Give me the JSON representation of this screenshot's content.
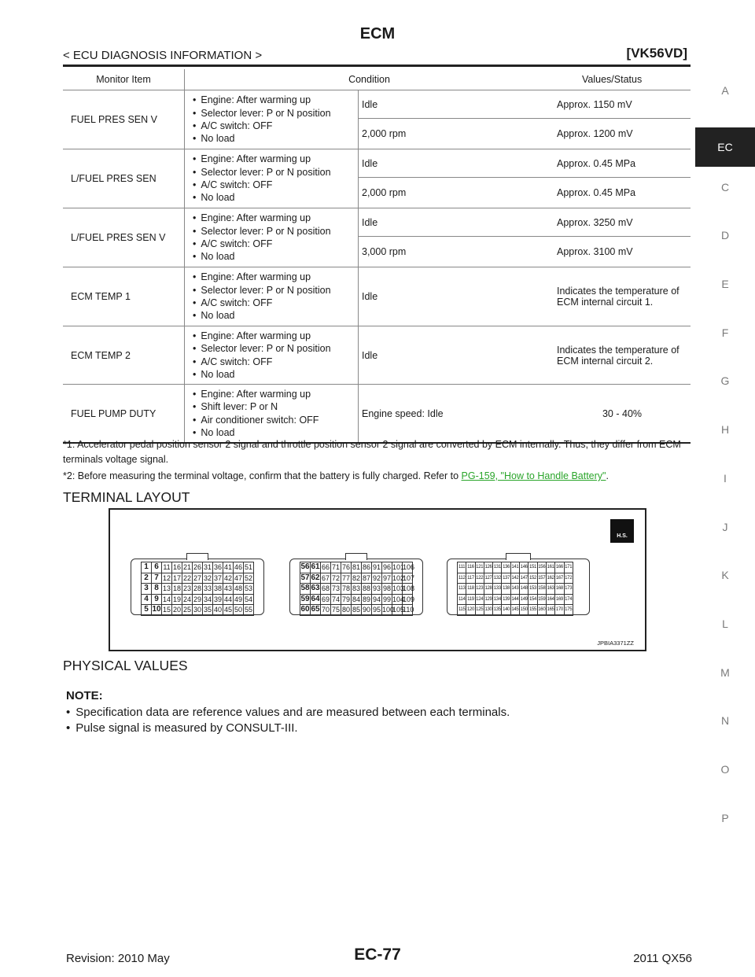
{
  "header": {
    "title": "ECM",
    "breadcrumb": "< ECU DIAGNOSIS INFORMATION >",
    "engine": "[VK56VD]"
  },
  "sidebar": {
    "letters": [
      "A",
      "EC",
      "C",
      "D",
      "E",
      "F",
      "G",
      "H",
      "I",
      "J",
      "K",
      "L",
      "M",
      "N",
      "O",
      "P"
    ],
    "active": "EC"
  },
  "table": {
    "headers": {
      "item": "Monitor Item",
      "condition": "Condition",
      "value": "Values/Status"
    },
    "rows": [
      {
        "item": "FUEL PRES SEN V",
        "conditions": [
          "Engine: After warming up",
          "Selector lever: P or N position",
          "A/C switch: OFF",
          "No load"
        ],
        "subs": [
          {
            "cond": "Idle",
            "value": "Approx. 1150 mV"
          },
          {
            "cond": "2,000 rpm",
            "value": "Approx. 1200 mV"
          }
        ]
      },
      {
        "item": "L/FUEL PRES SEN",
        "conditions": [
          "Engine: After warming up",
          "Selector lever: P or N position",
          "A/C switch: OFF",
          "No load"
        ],
        "subs": [
          {
            "cond": "Idle",
            "value": "Approx. 0.45 MPa"
          },
          {
            "cond": "2,000 rpm",
            "value": "Approx. 0.45 MPa"
          }
        ]
      },
      {
        "item": "L/FUEL PRES SEN V",
        "conditions": [
          "Engine: After warming up",
          "Selector lever: P or N position",
          "A/C switch: OFF",
          "No load"
        ],
        "subs": [
          {
            "cond": "Idle",
            "value": "Approx. 3250 mV"
          },
          {
            "cond": "3,000 rpm",
            "value": "Approx. 3100 mV"
          }
        ]
      },
      {
        "item": "ECM TEMP 1",
        "conditions": [
          "Engine: After warming up",
          "Selector lever: P or N position",
          "A/C switch: OFF",
          "No load"
        ],
        "subs": [
          {
            "cond": "Idle",
            "value": "Indicates the temperature of ECM internal circuit 1."
          }
        ]
      },
      {
        "item": "ECM TEMP 2",
        "conditions": [
          "Engine: After warming up",
          "Selector lever: P or N position",
          "A/C switch: OFF",
          "No load"
        ],
        "subs": [
          {
            "cond": "Idle",
            "value": "Indicates the temperature of ECM internal circuit 2."
          }
        ]
      },
      {
        "item": "FUEL PUMP DUTY",
        "conditions": [
          "Engine: After warming up",
          "Shift lever: P or N",
          "Air conditioner switch: OFF",
          "No load"
        ],
        "subs": [
          {
            "cond": "Engine speed: Idle",
            "value": "30 - 40%"
          }
        ]
      }
    ]
  },
  "footnotes": {
    "note1": "*1: Accelerator pedal position sensor 2 signal and throttle position sensor 2 signal are converted by ECM internally. Thus, they differ from ECM terminals voltage signal.",
    "note2_prefix": "*2: Before measuring the terminal voltage, confirm that the battery is fully charged. Refer to ",
    "note2_link": "PG-159, \"How to Handle Battery\"",
    "note2_suffix": "."
  },
  "sections": {
    "terminal_layout": "TERMINAL LAYOUT",
    "physical_values": "PHYSICAL VALUES"
  },
  "figure": {
    "icon_label": "H.S.",
    "code": "JPBIA3371ZZ",
    "connector1": [
      [
        "1",
        "6",
        "11",
        "16",
        "21",
        "26",
        "31",
        "36",
        "41",
        "46",
        "51"
      ],
      [
        "2",
        "7",
        "12",
        "17",
        "22",
        "27",
        "32",
        "37",
        "42",
        "47",
        "52"
      ],
      [
        "3",
        "8",
        "13",
        "18",
        "23",
        "28",
        "33",
        "38",
        "43",
        "48",
        "53"
      ],
      [
        "4",
        "9",
        "14",
        "19",
        "24",
        "29",
        "34",
        "39",
        "44",
        "49",
        "54"
      ],
      [
        "5",
        "10",
        "15",
        "20",
        "25",
        "30",
        "35",
        "40",
        "45",
        "50",
        "55"
      ]
    ],
    "connector2": [
      [
        "56",
        "61",
        "66",
        "71",
        "76",
        "81",
        "86",
        "91",
        "96",
        "101",
        "106"
      ],
      [
        "57",
        "62",
        "67",
        "72",
        "77",
        "82",
        "87",
        "92",
        "97",
        "102",
        "107"
      ],
      [
        "58",
        "63",
        "68",
        "73",
        "78",
        "83",
        "88",
        "93",
        "98",
        "103",
        "108"
      ],
      [
        "59",
        "64",
        "69",
        "74",
        "79",
        "84",
        "89",
        "94",
        "99",
        "104",
        "109"
      ],
      [
        "60",
        "65",
        "70",
        "75",
        "80",
        "85",
        "90",
        "95",
        "100",
        "105",
        "110"
      ]
    ],
    "connector3": [
      [
        "111",
        "116",
        "121",
        "126",
        "131",
        "136",
        "141",
        "146",
        "151",
        "156",
        "161",
        "166",
        "171"
      ],
      [
        "112",
        "117",
        "122",
        "127",
        "132",
        "137",
        "142",
        "147",
        "152",
        "157",
        "162",
        "167",
        "172"
      ],
      [
        "113",
        "118",
        "123",
        "128",
        "133",
        "138",
        "143",
        "148",
        "153",
        "158",
        "163",
        "168",
        "173"
      ],
      [
        "114",
        "119",
        "124",
        "129",
        "134",
        "139",
        "144",
        "149",
        "154",
        "159",
        "164",
        "169",
        "174"
      ],
      [
        "115",
        "120",
        "125",
        "130",
        "135",
        "140",
        "145",
        "150",
        "155",
        "160",
        "165",
        "170",
        "175"
      ]
    ]
  },
  "note": {
    "title": "NOTE:",
    "items": [
      "Specification data are reference values and are measured between each terminals.",
      "Pulse signal is measured by CONSULT-III."
    ]
  },
  "footer": {
    "revision": "Revision: 2010 May",
    "page": "EC-77",
    "model": "2011 QX56"
  }
}
